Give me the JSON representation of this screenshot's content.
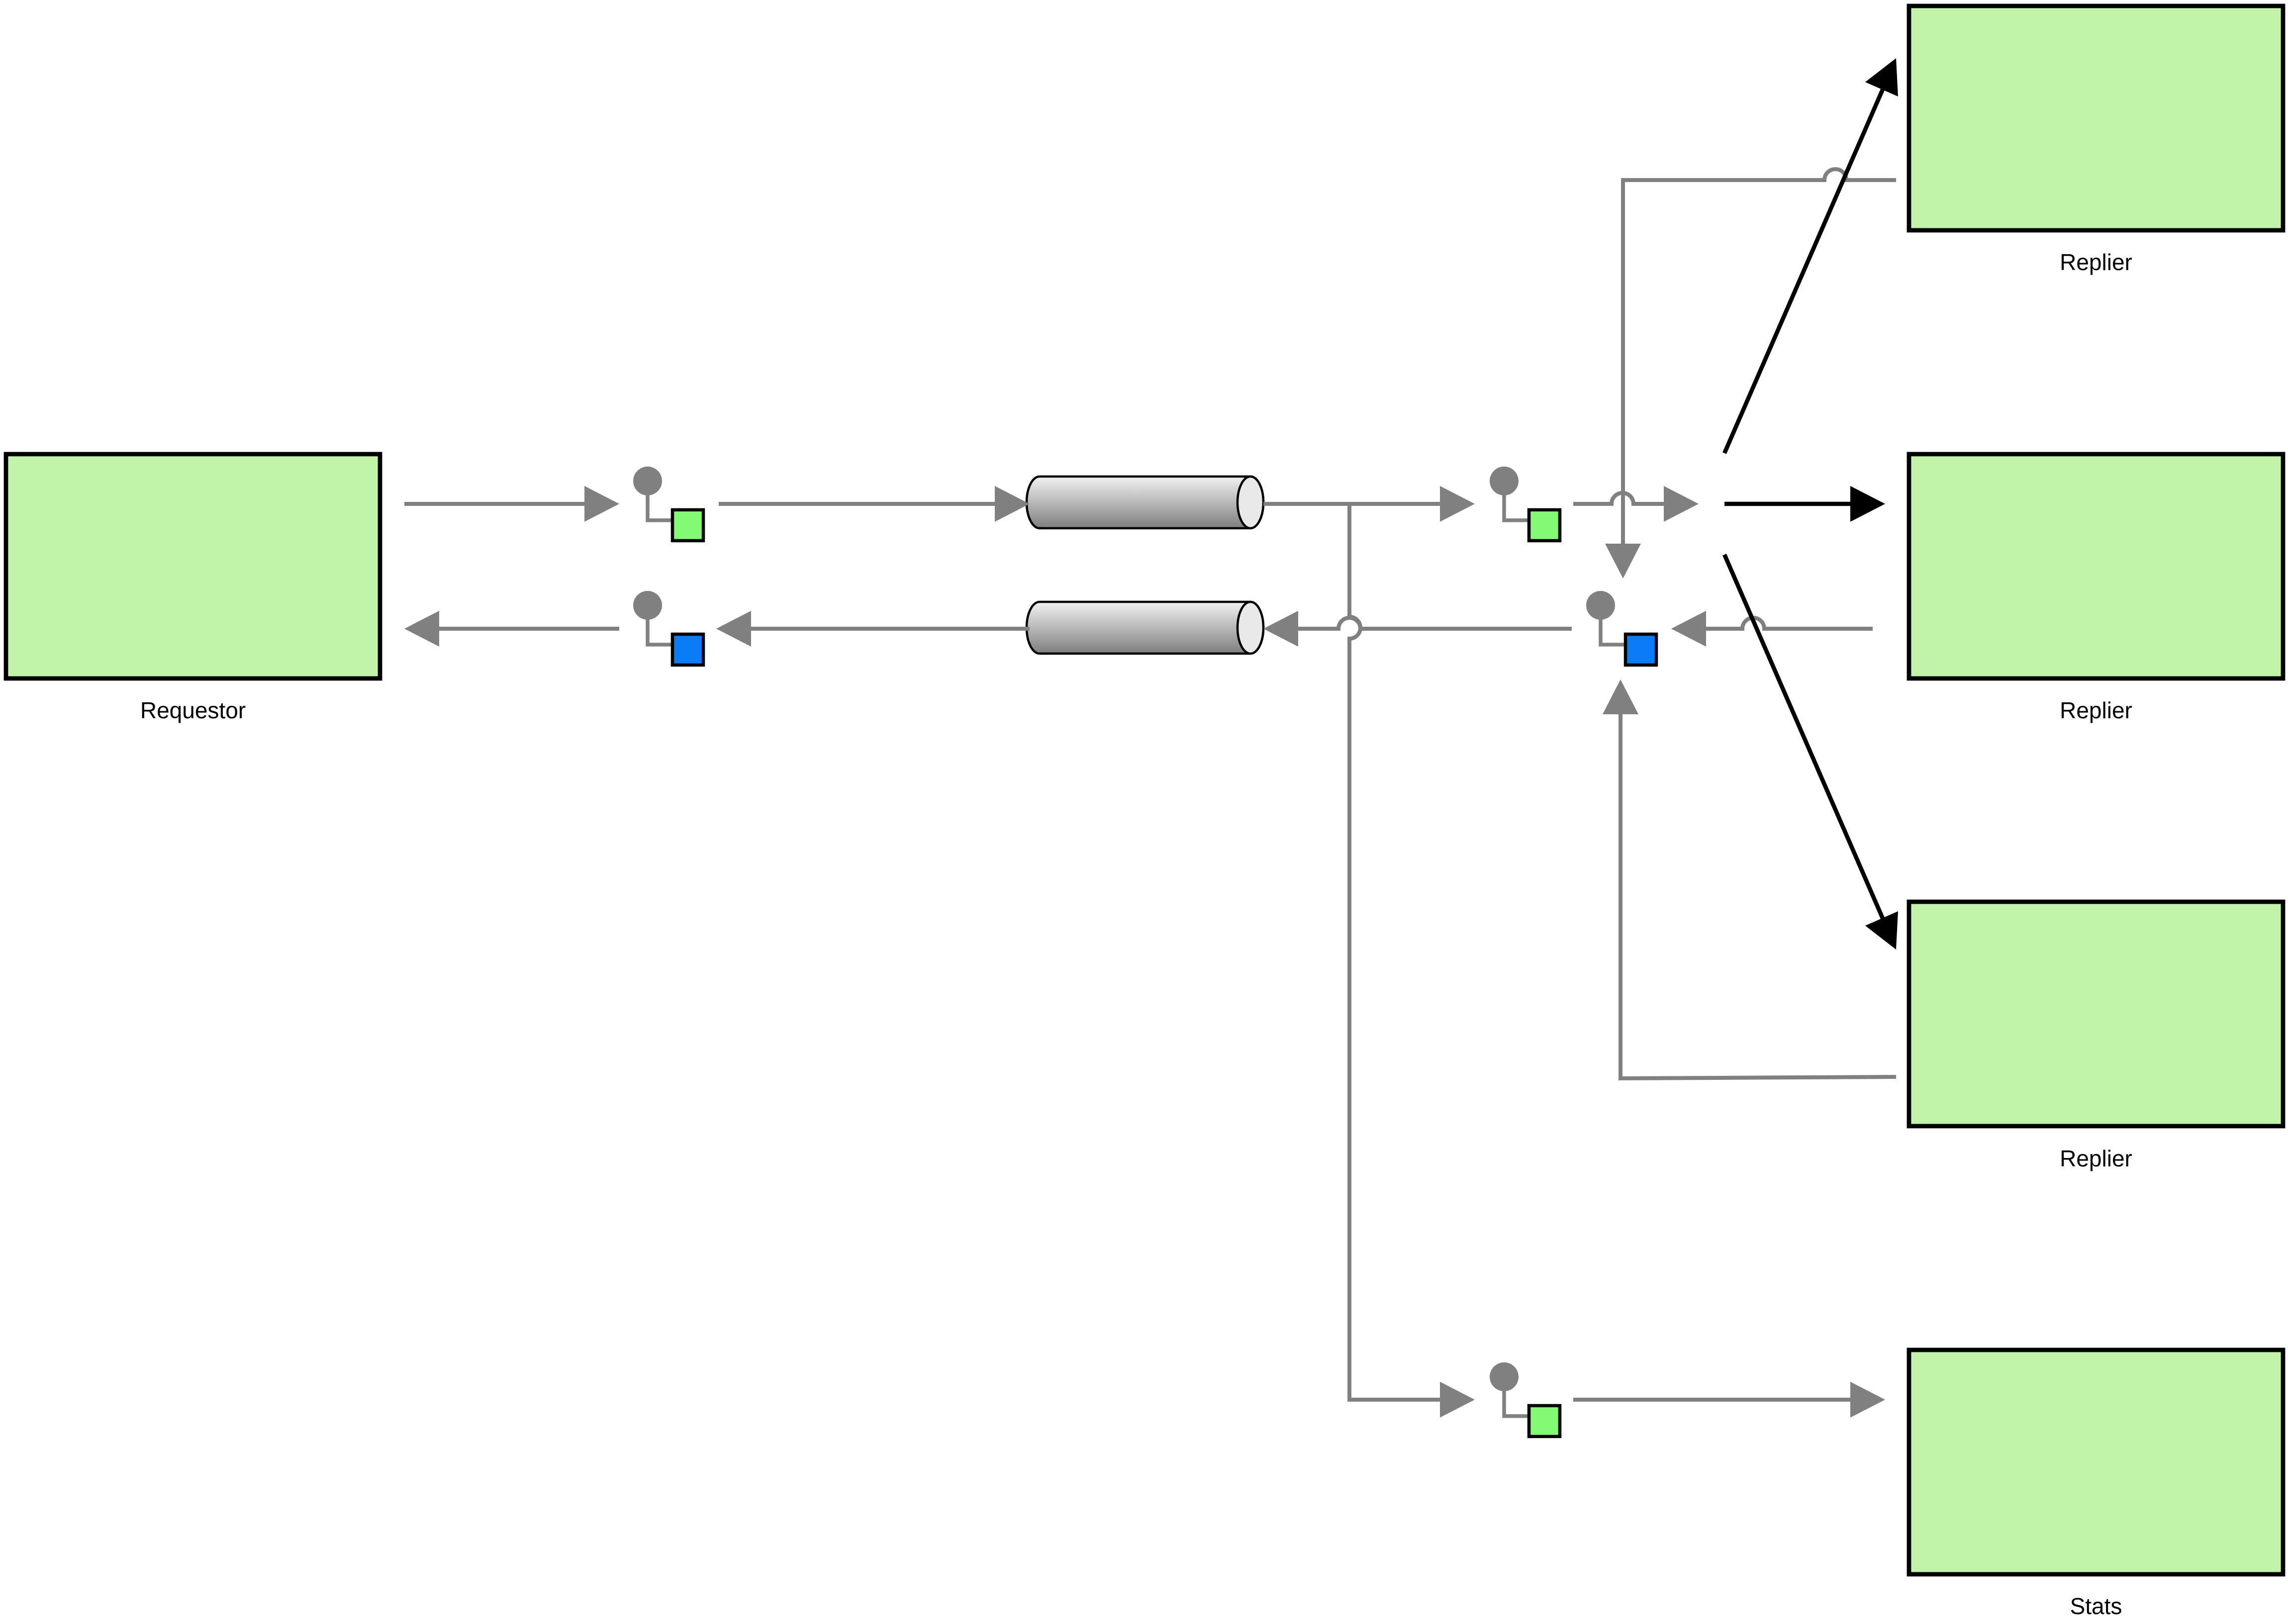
{
  "diagram": {
    "nodes": {
      "requestor": "Requestor",
      "replier_1": "Replier",
      "replier_2": "Replier",
      "replier_3": "Replier",
      "stats": "Stats"
    },
    "colors": {
      "node_fill": "#c1f4a8",
      "flow_line": "#808080",
      "route_line": "#000000",
      "request_endpoint": "#82fa72",
      "reply_endpoint": "#0a7cf8",
      "pipe_light": "#f2f2f2",
      "pipe_dark": "#7e7e7e"
    },
    "icons": {
      "endpoint": "message-endpoint-icon",
      "channel": "message-channel-pipe-icon"
    }
  }
}
